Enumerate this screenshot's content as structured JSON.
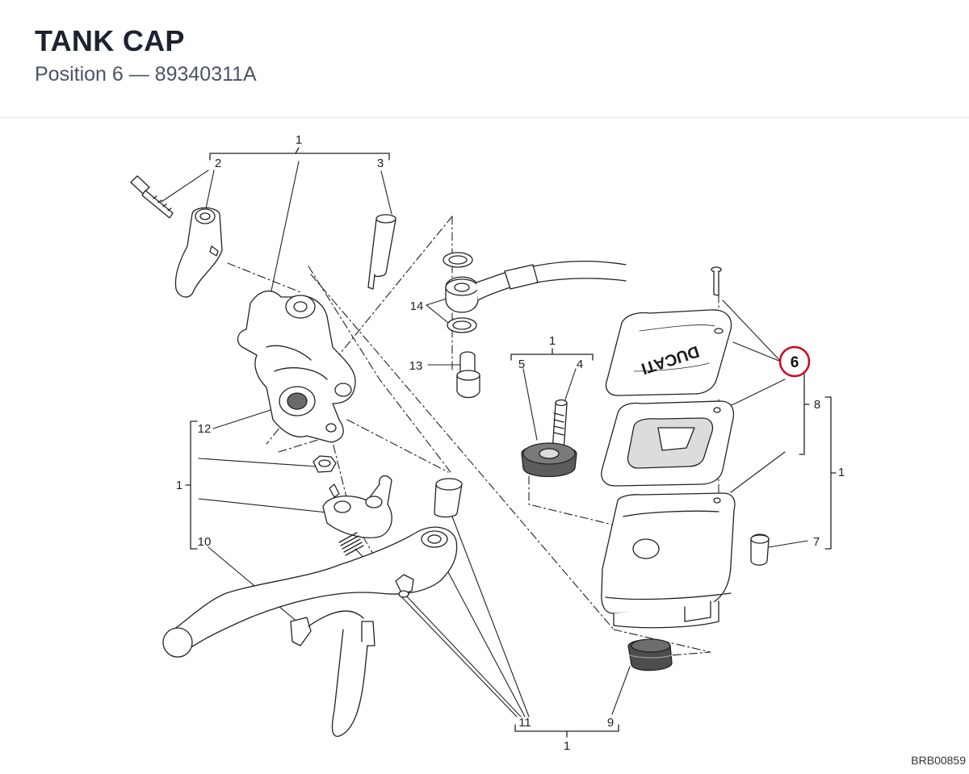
{
  "header": {
    "title": "TANK CAP",
    "subtitle": "Position 6 — 89340311A"
  },
  "highlight": {
    "position": "6",
    "color": "#d0021b"
  },
  "callouts": {
    "c1_top": "1",
    "c2": "2",
    "c3": "3",
    "c14": "14",
    "c13": "13",
    "c1_mid": "1",
    "c5": "5",
    "c4": "4",
    "c12": "12",
    "c1_left": "1",
    "c10": "10",
    "c8": "8",
    "c1_right": "1",
    "c7": "7",
    "c11": "11",
    "c9": "9",
    "c1_bottom": "1"
  },
  "tank_cap_text": "DUCATI",
  "drawing_code": "BRB00859"
}
